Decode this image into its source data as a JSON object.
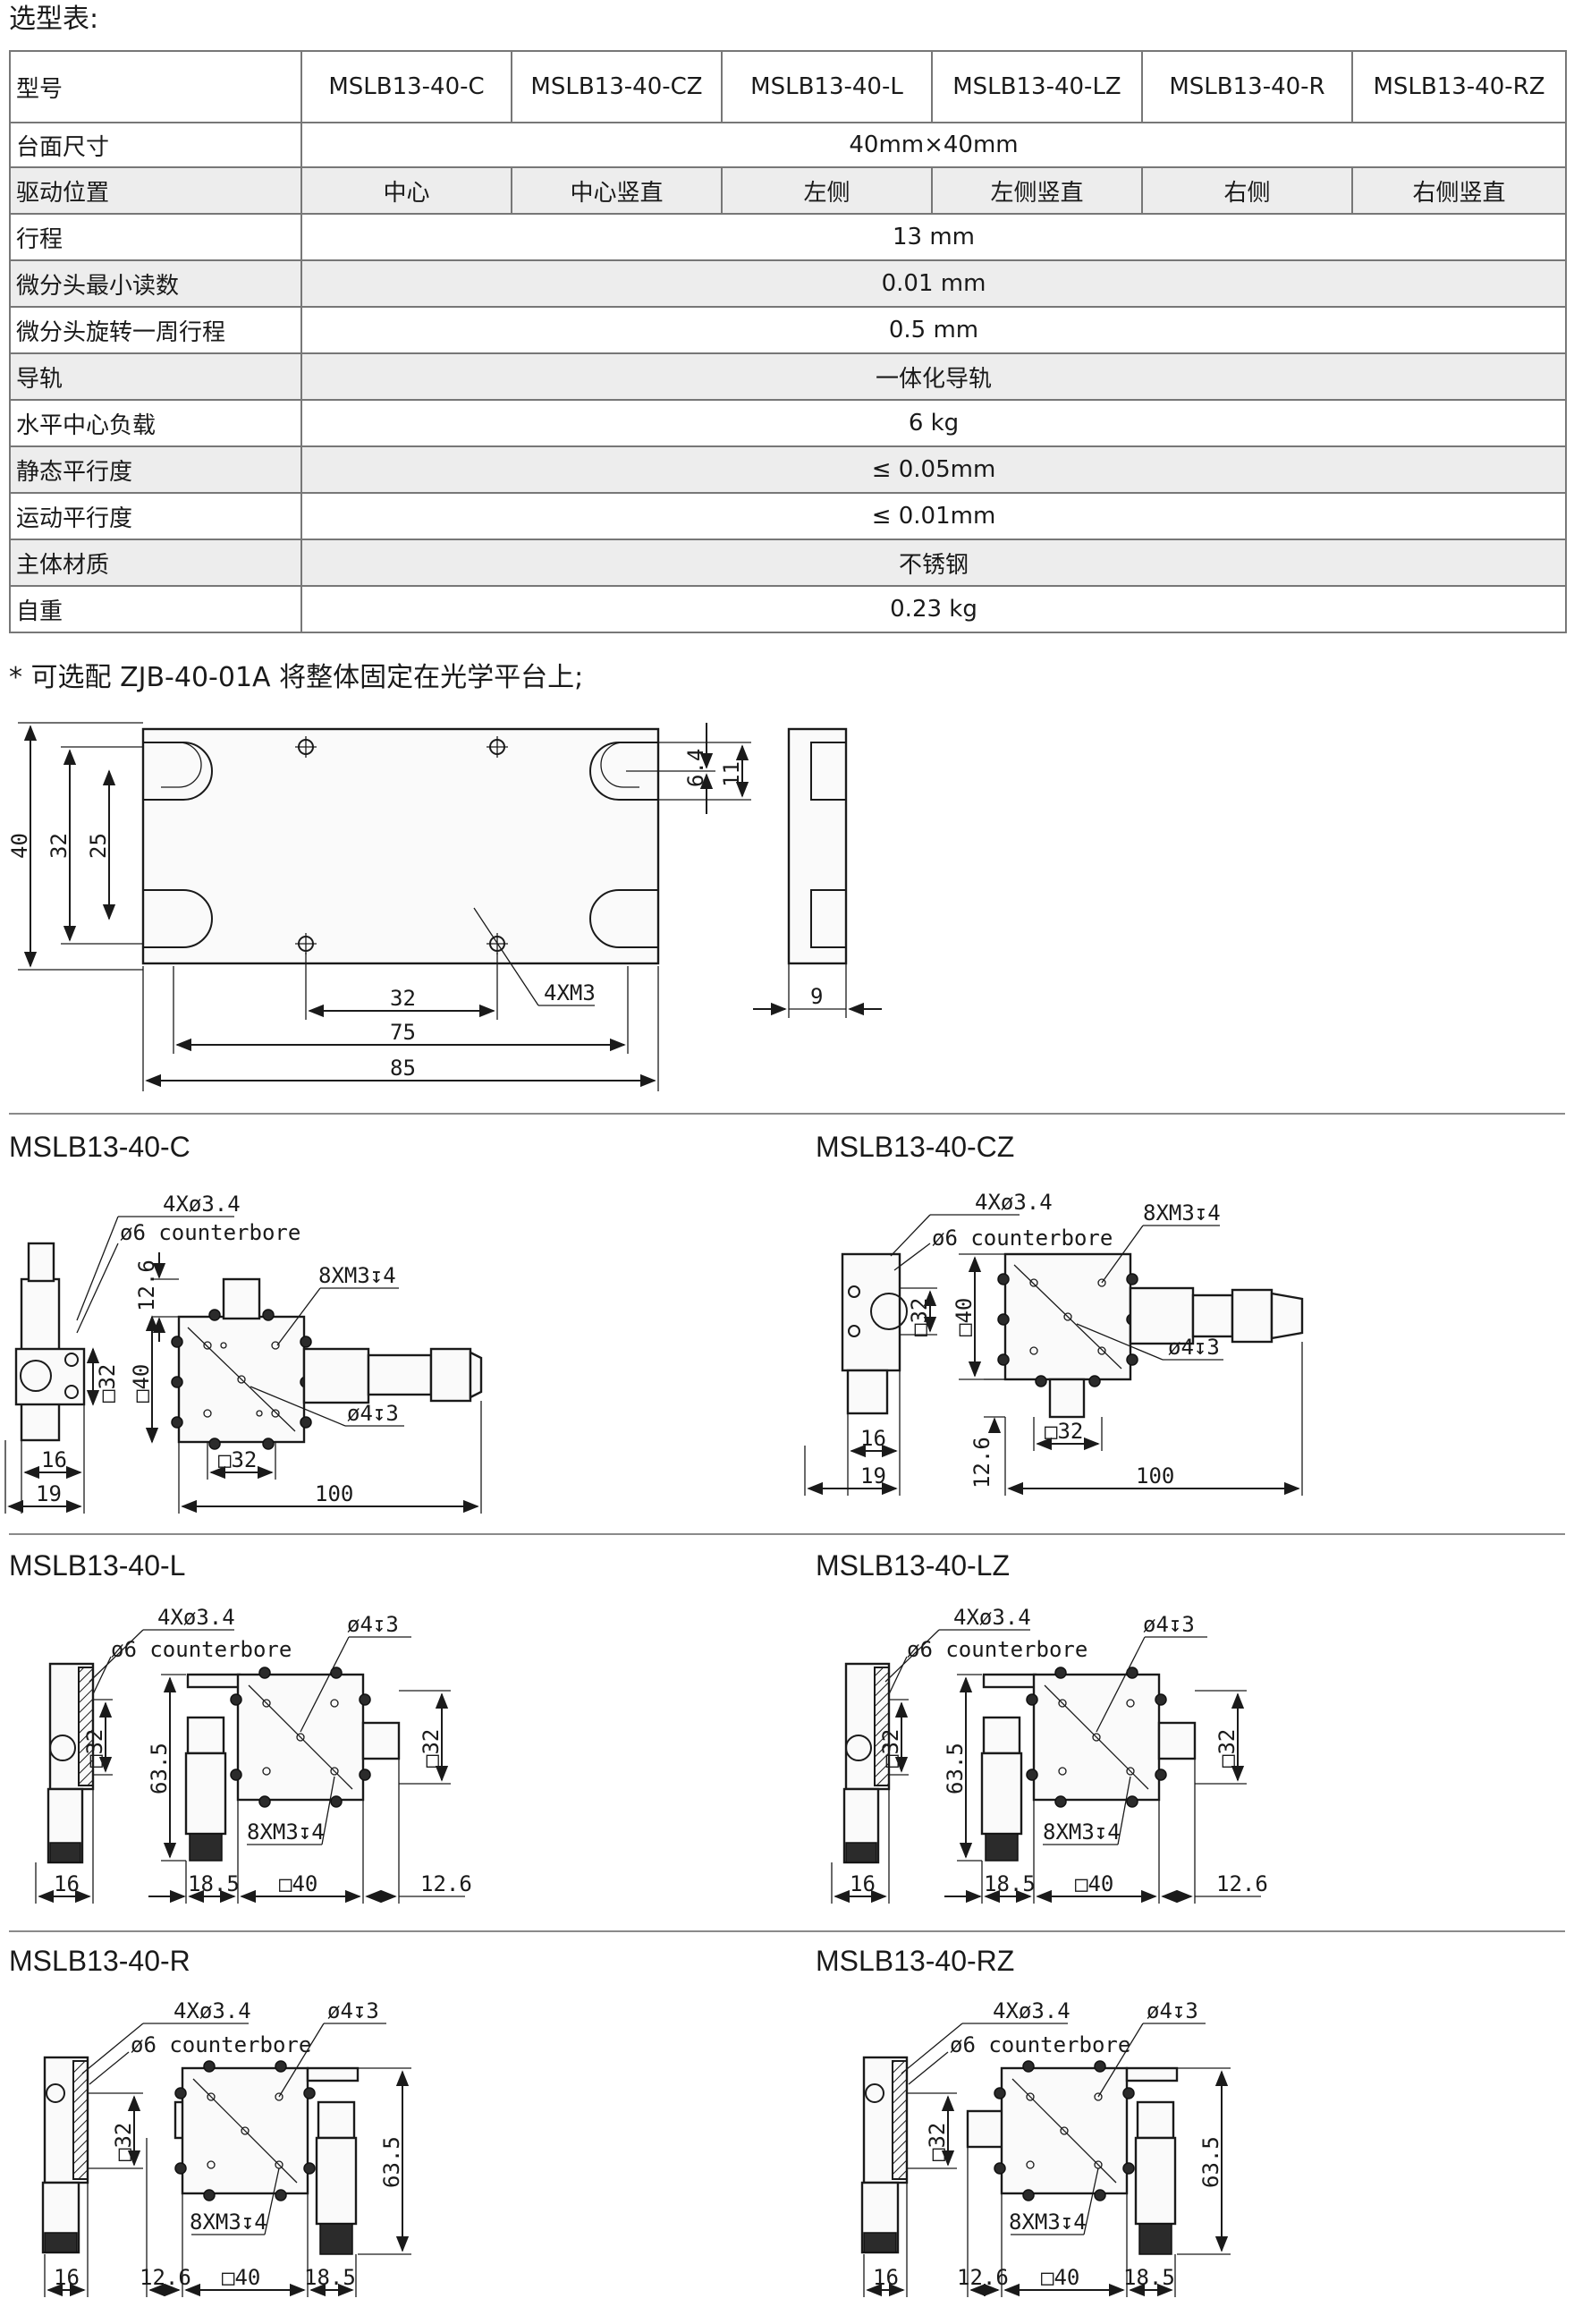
{
  "heading": "选型表:",
  "spec_table": {
    "header_label": "型号",
    "models": [
      "MSLB13-40-C",
      "MSLB13-40-CZ",
      "MSLB13-40-L",
      "MSLB13-40-LZ",
      "MSLB13-40-R",
      "MSLB13-40-RZ"
    ],
    "rows": [
      {
        "label": "台面尺寸",
        "value": "40mm×40mm"
      },
      {
        "label": "驱动位置",
        "values": [
          "中心",
          "中心竖直",
          "左侧",
          "左侧竖直",
          "右侧",
          "右侧竖直"
        ]
      },
      {
        "label": "行程",
        "value": "13 mm"
      },
      {
        "label": "微分头最小读数",
        "value": "0.01 mm"
      },
      {
        "label": "微分头旋转一周行程",
        "value": "0.5 mm"
      },
      {
        "label": "导轨",
        "value": "一体化导轨"
      },
      {
        "label": "水平中心负载",
        "value": "6 kg"
      },
      {
        "label": "静态平行度",
        "value": "≤ 0.05mm"
      },
      {
        "label": "运动平行度",
        "value": "≤ 0.01mm"
      },
      {
        "label": "主体材质",
        "value": "不锈钢"
      },
      {
        "label": "自重",
        "value": "0.23 kg"
      }
    ]
  },
  "note": "* 可选配 ZJB-40-01A 将整体固定在光学平台上;",
  "adapter_drawing": {
    "dims": {
      "h40": "40",
      "h32": "32",
      "h25": "25",
      "h6_4": "6.4",
      "h11": "11",
      "w32": "32",
      "w75": "75",
      "w85": "85",
      "side9": "9",
      "thread": "4XM3"
    }
  },
  "model_drawings": [
    {
      "title": "MSLB13-40-C",
      "labels": {
        "holes": "4Xø3.4",
        "cbore": "ø6 counterbore",
        "thread": "8XM3↧4",
        "pin": "ø4↧3",
        "d16": "16",
        "d19": "19",
        "d100": "100",
        "d12_6": "12.6",
        "sq32a": "□32",
        "sq40": "□40",
        "sq32b": "□32"
      }
    },
    {
      "title": "MSLB13-40-CZ",
      "labels": {
        "holes": "4Xø3.4",
        "cbore": "ø6 counterbore",
        "thread": "8XM3↧4",
        "pin": "ø4↧3",
        "d16": "16",
        "d19": "19",
        "d100": "100",
        "d12_6": "12.6",
        "sq32a": "□32",
        "sq40": "□40",
        "sq32b": "□32"
      }
    },
    {
      "title": "MSLB13-40-L",
      "labels": {
        "holes": "4Xø3.4",
        "cbore": "ø6 counterbore",
        "pin": "ø4↧3",
        "thread": "8XM3↧4",
        "sq32a": "□32",
        "d63_5": "63.5",
        "sq32b": "□32",
        "d16": "16",
        "d18_5": "18.5",
        "sq40": "□40",
        "d12_6": "12.6"
      }
    },
    {
      "title": "MSLB13-40-LZ",
      "labels": {
        "holes": "4Xø3.4",
        "cbore": "ø6 counterbore",
        "pin": "ø4↧3",
        "thread": "8XM3↧4",
        "sq32a": "□32",
        "d63_5": "63.5",
        "sq32b": "□32",
        "d16": "16",
        "d18_5": "18.5",
        "sq40": "□40",
        "d12_6": "12.6"
      }
    },
    {
      "title": "MSLB13-40-R",
      "labels": {
        "holes": "4Xø3.4",
        "cbore": "ø6 counterbore",
        "pin": "ø4↧3",
        "thread": "8XM3↧4",
        "sq32a": "□32",
        "d63_5": "63.5",
        "d16": "16",
        "d12_6": "12.6",
        "sq40": "□40",
        "d18_5": "18.5"
      }
    },
    {
      "title": "MSLB13-40-RZ",
      "labels": {
        "holes": "4Xø3.4",
        "cbore": "ø6 counterbore",
        "pin": "ø4↧3",
        "thread": "8XM3↧4",
        "sq32a": "□32",
        "d63_5": "63.5",
        "d16": "16",
        "d12_6": "12.6",
        "sq40": "□40",
        "d18_5": "18.5"
      }
    }
  ]
}
